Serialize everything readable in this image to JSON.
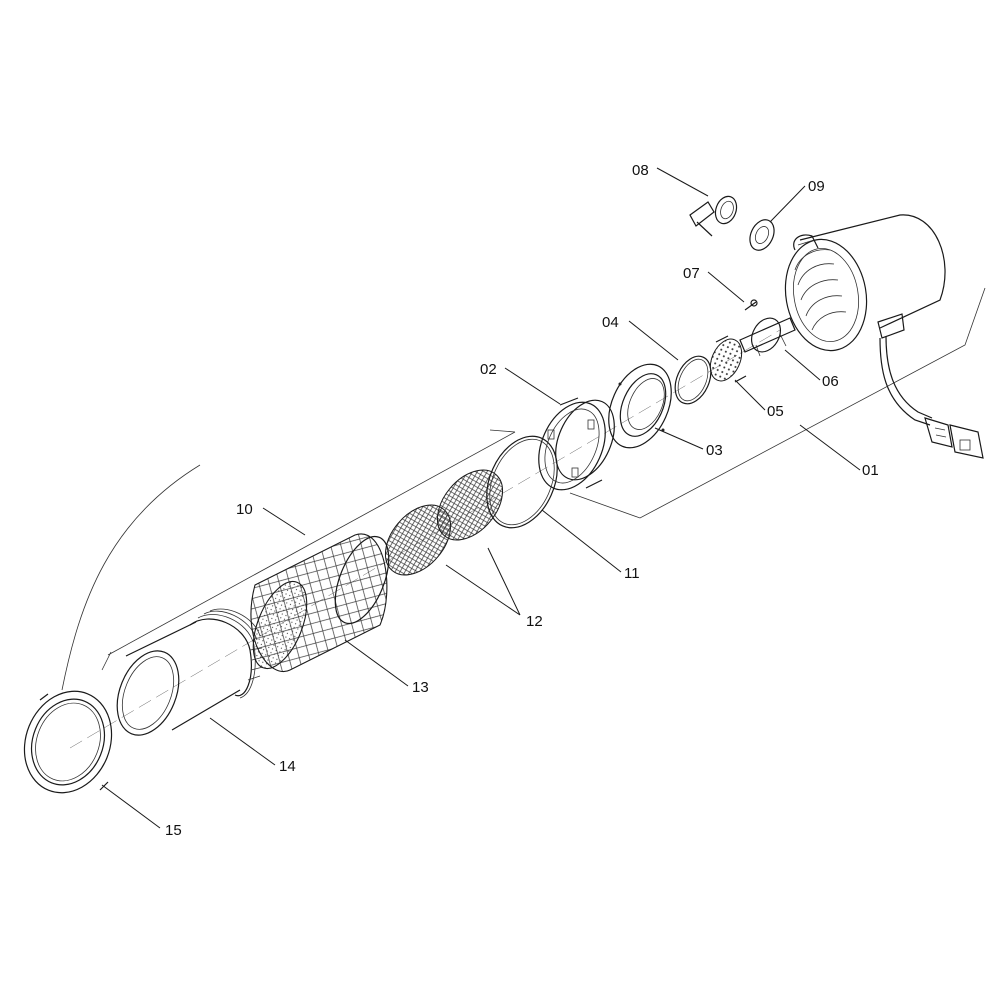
{
  "diagram": {
    "parts": [
      {
        "id": "01",
        "label": "01"
      },
      {
        "id": "02",
        "label": "02"
      },
      {
        "id": "03",
        "label": "03"
      },
      {
        "id": "04",
        "label": "04"
      },
      {
        "id": "05",
        "label": "05"
      },
      {
        "id": "06",
        "label": "06"
      },
      {
        "id": "07",
        "label": "07"
      },
      {
        "id": "08",
        "label": "08"
      },
      {
        "id": "09",
        "label": "09"
      },
      {
        "id": "10",
        "label": "10"
      },
      {
        "id": "11",
        "label": "11"
      },
      {
        "id": "12",
        "label": "12"
      },
      {
        "id": "13",
        "label": "13"
      },
      {
        "id": "14",
        "label": "14"
      },
      {
        "id": "15",
        "label": "15"
      }
    ],
    "colors": {
      "line": "#1a1a1a",
      "mesh": "#444444",
      "background": "#ffffff"
    }
  }
}
